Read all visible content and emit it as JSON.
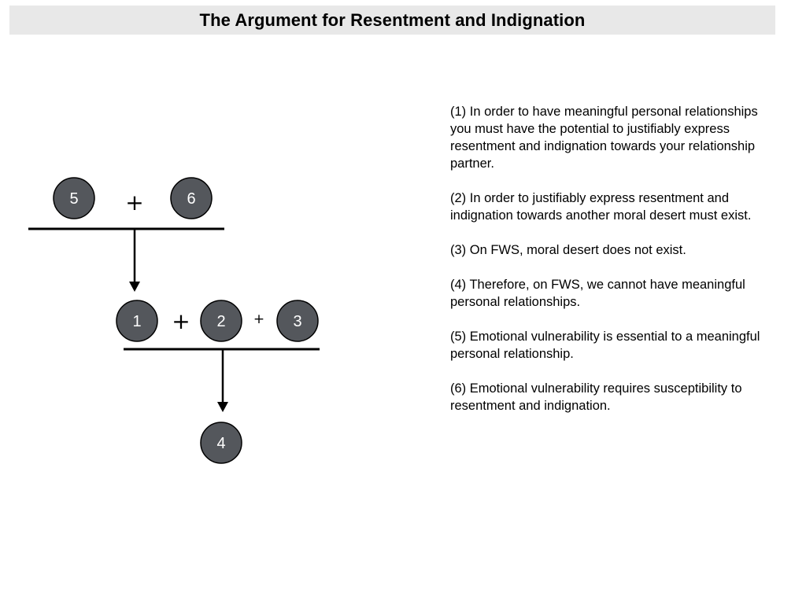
{
  "title": "The Argument for Resentment and Indignation",
  "diagram": {
    "nodes": {
      "n5": "5",
      "n6": "6",
      "n1": "1",
      "n2": "2",
      "n3": "3",
      "n4": "4"
    },
    "operators": {
      "top_plus": "+",
      "mid_plus_a": "+",
      "mid_plus_b": "+"
    },
    "node_color": "#54575c"
  },
  "premises": [
    "(1) In order to have meaningful personal relationships you must have the potential to justifiably express resentment and indignation towards your relationship partner.",
    "(2) In order to justifiably express resentment and indignation towards another moral desert must exist.",
    "(3) On FWS, moral desert does not exist.",
    "(4) Therefore, on FWS, we cannot have meaningful personal relationships.",
    "(5) Emotional vulnerability is essential to a meaningful personal relationship.",
    "(6) Emotional vulnerability requires susceptibility to resentment and indignation."
  ]
}
